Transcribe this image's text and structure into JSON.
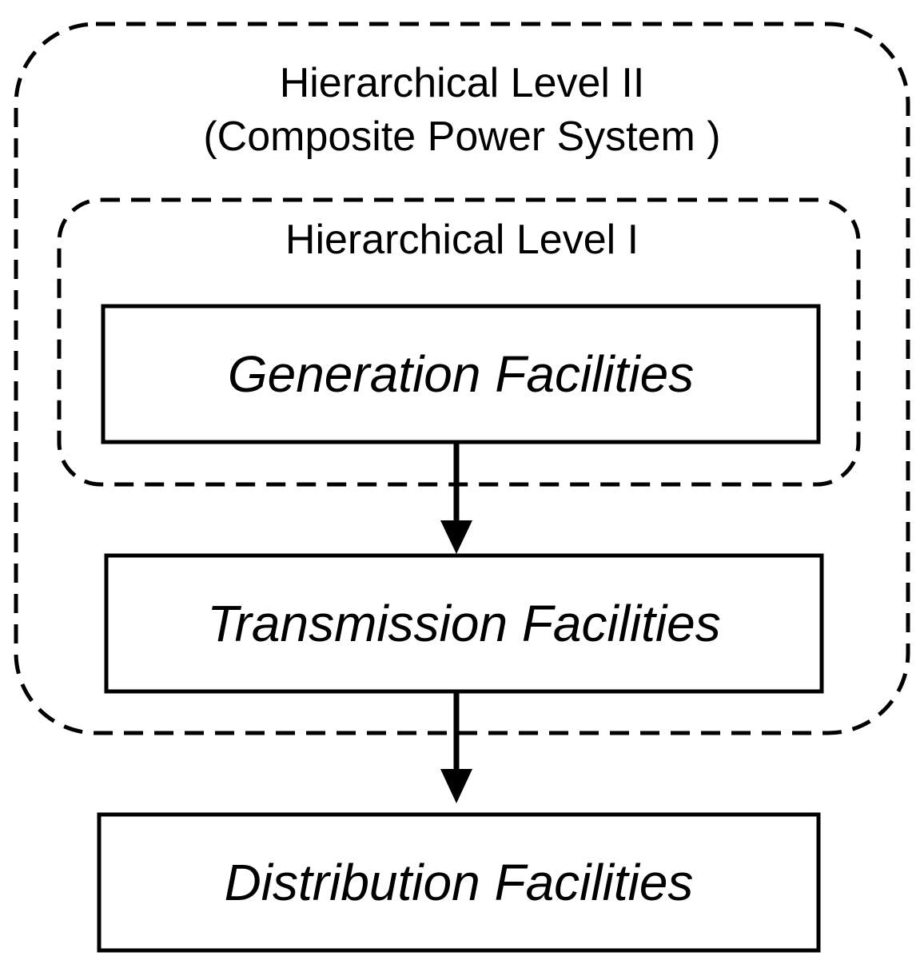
{
  "diagram": {
    "outer_group": {
      "title_line1": "Hierarchical Level II",
      "title_line2": "(Composite Power System )"
    },
    "inner_group": {
      "title": "Hierarchical Level I"
    },
    "nodes": {
      "generation": "Generation Facilities",
      "transmission": "Transmission Facilities",
      "distribution": "Distribution Facilities"
    },
    "edges": [
      {
        "from": "generation",
        "to": "transmission"
      },
      {
        "from": "transmission",
        "to": "distribution"
      }
    ]
  }
}
